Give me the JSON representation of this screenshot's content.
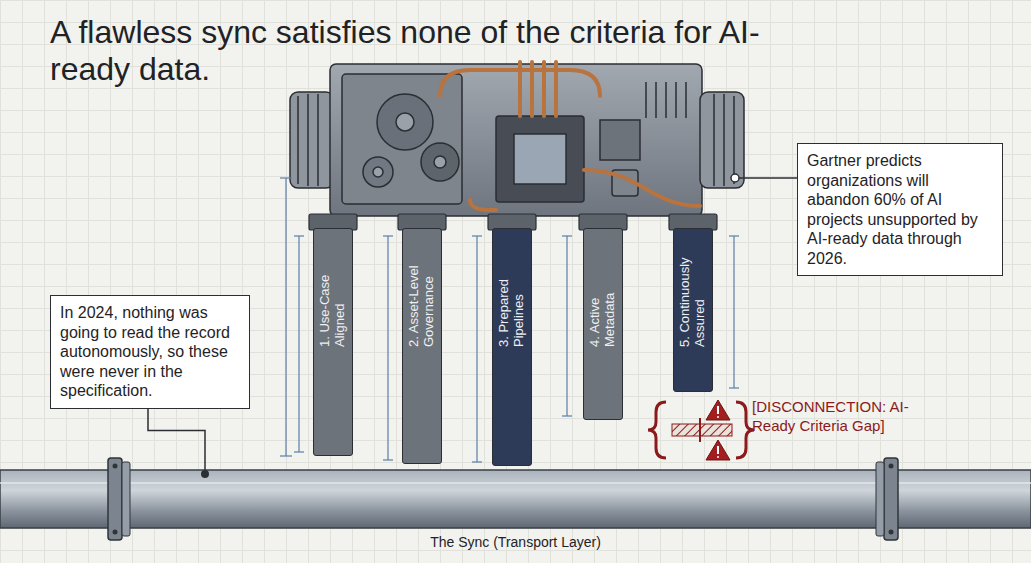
{
  "diagram": {
    "title": "A flawless sync satisfies none of the criteria for AI-ready data.",
    "nodes": [
      {
        "text": [
          "Gartner predicts organizations will abandon 60% of AI projects unsupported by AI-ready data through 2026."
        ]
      },
      {
        "text": [
          "1. Use-Case Aligned"
        ]
      },
      {
        "text": [
          "2. Asset-Level Governance"
        ]
      },
      {
        "text": [
          "3. Prepared Pipelines"
        ]
      },
      {
        "text": [
          "4. Active Metadata"
        ]
      },
      {
        "text": [
          "5. Continuously Assured"
        ]
      },
      {
        "text": [
          "In 2024, nothing was going to read the record autonomously, so these were never in the specification."
        ]
      },
      {
        "text": [
          "The Sync (Transport Layer)"
        ]
      }
    ],
    "edges": [
      {
        "from": 6,
        "to": 7,
        "arrow": "none"
      }
    ],
    "labels": [
      "[DISCONNECTION: AI-Ready Criteria Gap]"
    ]
  }
}
